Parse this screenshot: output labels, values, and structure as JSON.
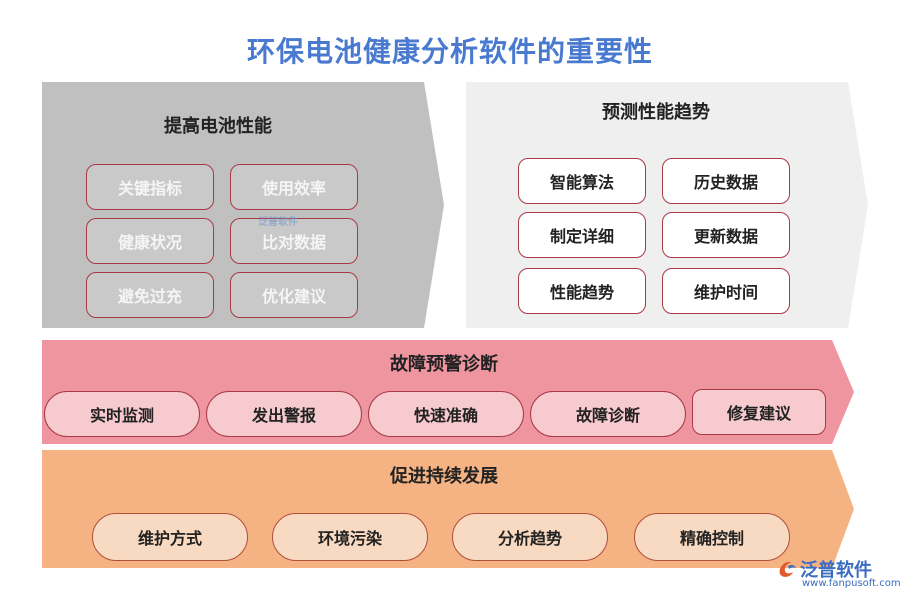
{
  "title": "环保电池健康分析软件的重要性",
  "sections": {
    "top_left": {
      "heading": "提高电池性能",
      "items": [
        "关键指标",
        "使用效率",
        "健康状况",
        "比对数据",
        "避免过充",
        "优化建议"
      ]
    },
    "top_right": {
      "heading": "预测性能趋势",
      "items": [
        "智能算法",
        "历史数据",
        "制定详细",
        "更新数据",
        "性能趋势",
        "维护时间"
      ]
    },
    "middle": {
      "heading": "故障预警诊断",
      "items": [
        "实时监测",
        "发出警报",
        "快速准确",
        "故障诊断",
        "修复建议"
      ]
    },
    "bottom": {
      "heading": "促进持续发展",
      "items": [
        "维护方式",
        "环境污染",
        "分析趋势",
        "精确控制"
      ]
    }
  },
  "watermark": "泛普软件",
  "logo": {
    "name": "泛普软件",
    "url": "www.fanpusoft.com"
  },
  "colors": {
    "title": "#4a7ad0",
    "panel_gray": "#c0c0c0",
    "panel_light": "#efefef",
    "panel_pink": "#ee959f",
    "panel_orange": "#f5b283",
    "pill_border": "#a83a46"
  }
}
